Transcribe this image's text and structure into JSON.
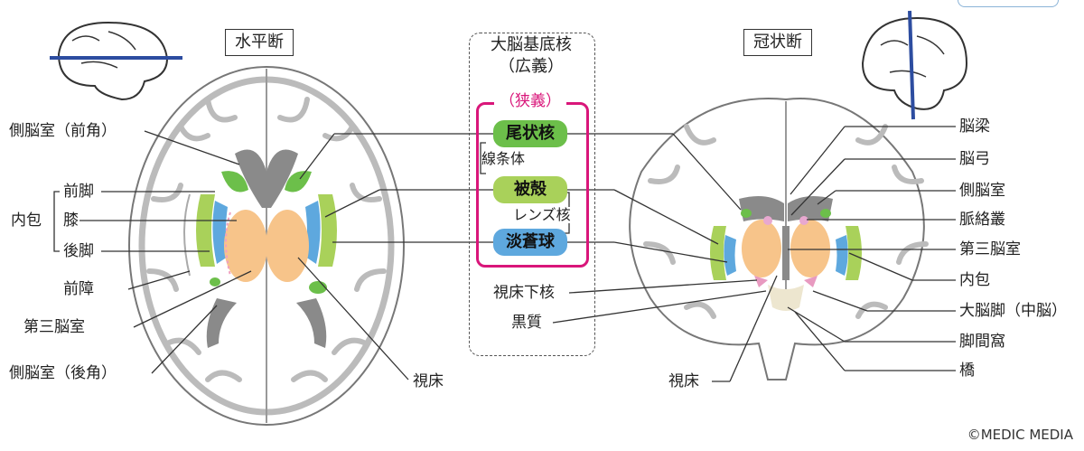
{
  "axial_title": "水平断",
  "coronal_title": "冠状断",
  "center": {
    "title_line1": "大脳基底核",
    "title_line2": "（広義）",
    "narrow_label": "（狭義）",
    "caudate": "尾状核",
    "putamen": "被殻",
    "pallidus": "淡蒼球",
    "striatum": "線条体",
    "lentiform": "レンズ核",
    "subthalamic": "視床下核",
    "substantia_nigra": "黒質"
  },
  "left_labels": {
    "lateral_ventricle_anterior": "側脳室（前角）",
    "internal_capsule": "内包",
    "anterior_limb": "前脚",
    "genu": "膝",
    "posterior_limb": "後脚",
    "claustrum": "前障",
    "third_ventricle": "第三脳室",
    "lateral_ventricle_posterior": "側脳室（後角）",
    "thalamus": "視床"
  },
  "right_labels": {
    "corpus_callosum": "脳梁",
    "fornix": "脳弓",
    "lateral_ventricle": "側脳室",
    "choroid_plexus": "脈絡叢",
    "third_ventricle": "第三脳室",
    "internal_capsule": "内包",
    "cerebral_peduncle": "大脳脚（中脳）",
    "interpeduncular_fossa": "脚間窩",
    "pons": "橋",
    "thalamus": "視床"
  },
  "credit": "©MEDIC MEDIA",
  "colors": {
    "caudate": "#6cbf4a",
    "putamen": "#a9d15a",
    "pallidus": "#5ea8de",
    "thalamus": "#f7c48a",
    "ventricle": "#8a8a8a",
    "narrow_frame": "#d9167a",
    "plane_line": "#2d4da0"
  }
}
